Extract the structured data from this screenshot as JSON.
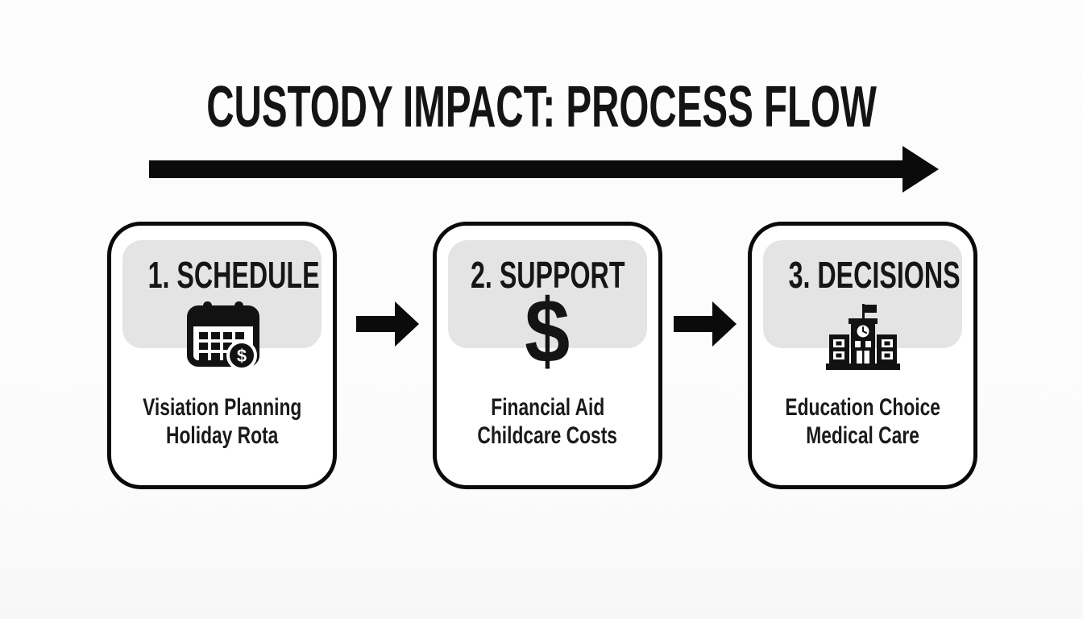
{
  "title": "CUSTODY IMPACT: PROCESS FLOW",
  "colors": {
    "background": "#fcfcfc",
    "box_background": "#ffffff",
    "box_border": "#0a0a0a",
    "header_background": "#e4e4e4",
    "text": "#141414",
    "arrow": "#0b0b0b"
  },
  "flow_arrow": {
    "direction": "right"
  },
  "steps": [
    {
      "number_label": "1. SCHEDULE",
      "icon": "calendar-dollar-icon",
      "badge_glyph": "$",
      "lines": [
        "Visiation Planning",
        "Holiday Rota"
      ]
    },
    {
      "number_label": "2. SUPPORT",
      "icon": "dollar-sign-icon",
      "icon_glyph": "$",
      "lines": [
        "Financial Aid",
        "Childcare Costs"
      ]
    },
    {
      "number_label": "3. DECISIONS",
      "icon": "school-building-icon",
      "lines": [
        "Education Choice",
        "Medical Care"
      ]
    }
  ]
}
